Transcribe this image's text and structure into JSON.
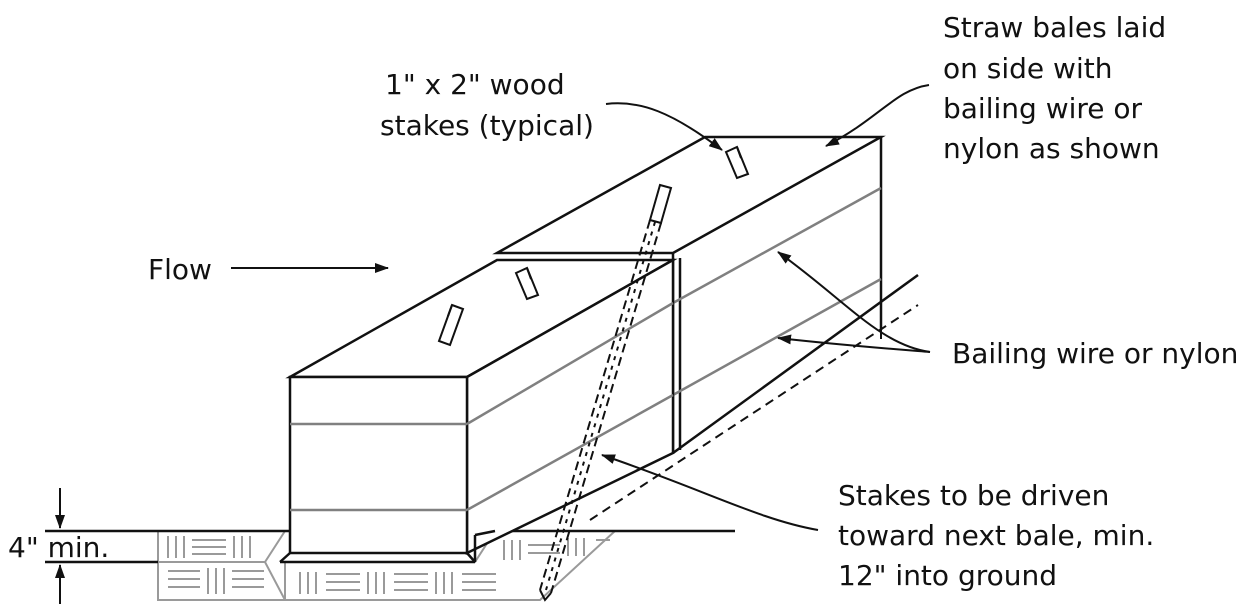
{
  "labels": {
    "stakes_line1": "1\" x 2\" wood",
    "stakes_line2": "stakes (typical)",
    "straw_line1": "Straw bales laid",
    "straw_line2": "on side with",
    "straw_line3": "bailing wire or",
    "straw_line4": "nylon as shown",
    "flow": "Flow",
    "bailing": "Bailing wire or nylon",
    "driven_line1": "Stakes to be driven",
    "driven_line2": "toward next bale, min.",
    "driven_line3": "12\" into ground",
    "depth": "4\" min."
  },
  "colors": {
    "ink": "#111111",
    "wire": "#808080",
    "soil": "#9a9a9a",
    "background": "#ffffff"
  }
}
